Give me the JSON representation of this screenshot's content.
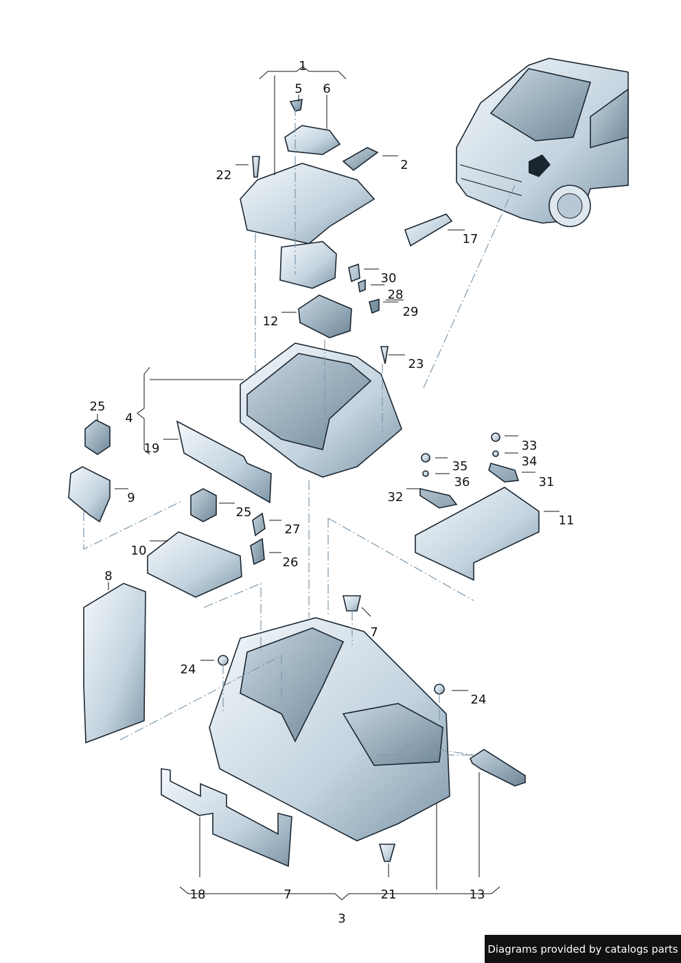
{
  "diagram": {
    "title": "Fuse and relay box assembly",
    "callouts": [
      "1",
      "5",
      "6",
      "2",
      "22",
      "17",
      "30",
      "28",
      "29",
      "12",
      "23",
      "4",
      "25",
      "19",
      "9",
      "33",
      "34",
      "35",
      "36",
      "31",
      "32",
      "11",
      "25",
      "27",
      "10",
      "26",
      "8",
      "7",
      "24",
      "24",
      "18",
      "7",
      "21",
      "13",
      "3"
    ]
  },
  "footer": {
    "text": "Diagrams provided by catalogs parts"
  },
  "colors": {
    "part_light": "#e6eef4",
    "part_dark": "#7f97a8",
    "leader_dash": "#7d97aa",
    "footer_bg": "#111111"
  }
}
